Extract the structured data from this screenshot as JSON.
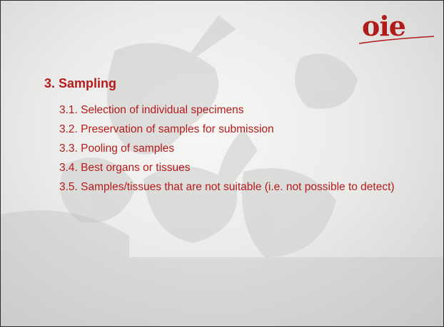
{
  "slide": {
    "logo_text": "oie",
    "title": "3. Sampling",
    "items": [
      "3.1. Selection of individual specimens",
      "3.2. Preservation of samples for submission",
      "3.3. Pooling of samples",
      "3.4. Best organs or tissues",
      "3.5. Samples/tissues that are not suitable (i.e. not possible to detect)"
    ],
    "colors": {
      "text": "#b51b1b",
      "logo": "#b01c1c",
      "border": "#2b2b2b"
    }
  }
}
